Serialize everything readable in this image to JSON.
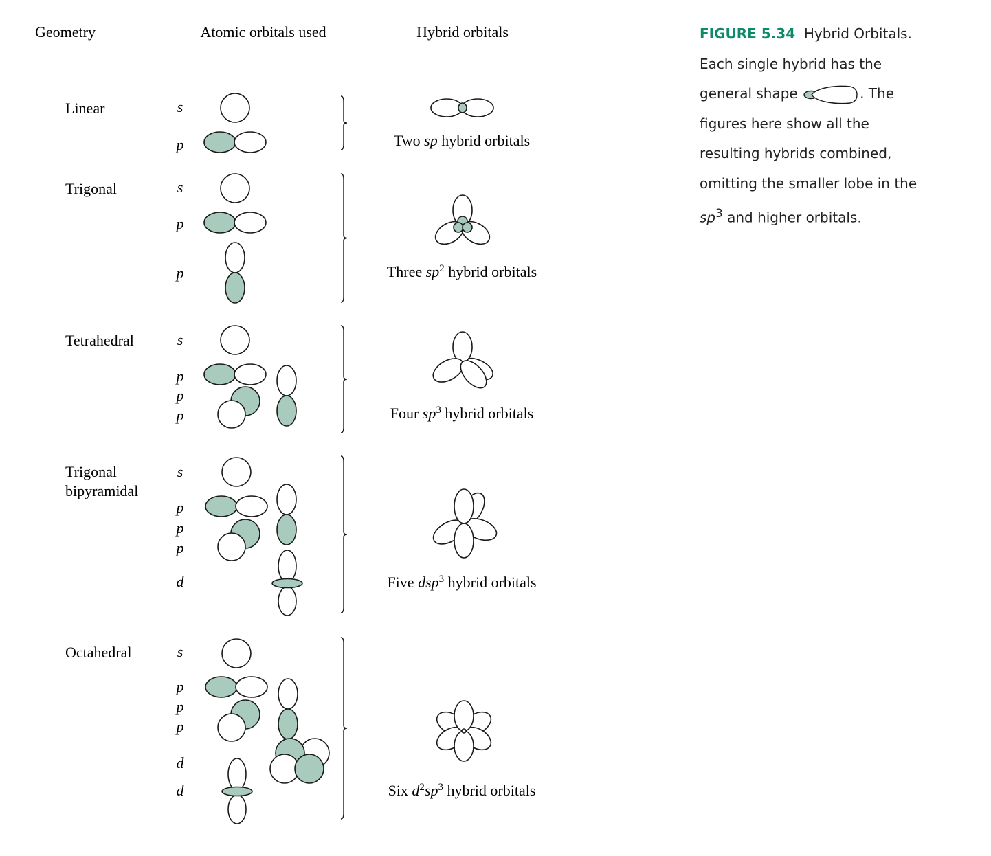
{
  "headers": {
    "geometry": "Geometry",
    "atomic": "Atomic orbitals used",
    "hybrid": "Hybrid orbitals"
  },
  "rows": [
    {
      "geometry": [
        "Linear"
      ],
      "orbital_letters": [
        "s",
        "p"
      ],
      "hybrid": {
        "pre": "Two ",
        "it1": "sp",
        "sup1": "",
        "it2": "",
        "sup2": "",
        "post": " hybrid orbitals"
      }
    },
    {
      "geometry": [
        "Trigonal"
      ],
      "orbital_letters": [
        "s",
        "p",
        "p"
      ],
      "hybrid": {
        "pre": "Three ",
        "it1": "sp",
        "sup1": "2",
        "it2": "",
        "sup2": "",
        "post": " hybrid orbitals"
      }
    },
    {
      "geometry": [
        "Tetrahedral"
      ],
      "orbital_letters": [
        "s",
        "p",
        "p",
        "p"
      ],
      "hybrid": {
        "pre": "Four ",
        "it1": "sp",
        "sup1": "3",
        "it2": "",
        "sup2": "",
        "post": " hybrid orbitals"
      }
    },
    {
      "geometry": [
        "Trigonal",
        "bipyramidal"
      ],
      "orbital_letters": [
        "s",
        "p",
        "p",
        "p",
        "d"
      ],
      "hybrid": {
        "pre": "Five ",
        "it1": "dsp",
        "sup1": "3",
        "it2": "",
        "sup2": "",
        "post": " hybrid orbitals"
      }
    },
    {
      "geometry": [
        "Octahedral"
      ],
      "orbital_letters": [
        "s",
        "p",
        "p",
        "p",
        "d",
        "d"
      ],
      "hybrid": {
        "pre": "Six ",
        "it1": "d",
        "sup1": "2",
        "it2": "sp",
        "sup2": "3",
        "post": " hybrid orbitals"
      }
    }
  ],
  "caption": {
    "label": "FIGURE 5.34",
    "title": "Hybrid Orbitals.",
    "text1": "Each single hybrid has the general shape",
    "text2": ". The figures here show all the resulting hybrids combined, omitting the smaller lobe in the ",
    "sp_it": "sp",
    "sp_sup": "3",
    "text3": " and higher orbitals."
  },
  "colors": {
    "shaded_lobe": "#a8cbbd",
    "stroke": "#1a1a1a",
    "caption_label": "#0d8a6a"
  }
}
